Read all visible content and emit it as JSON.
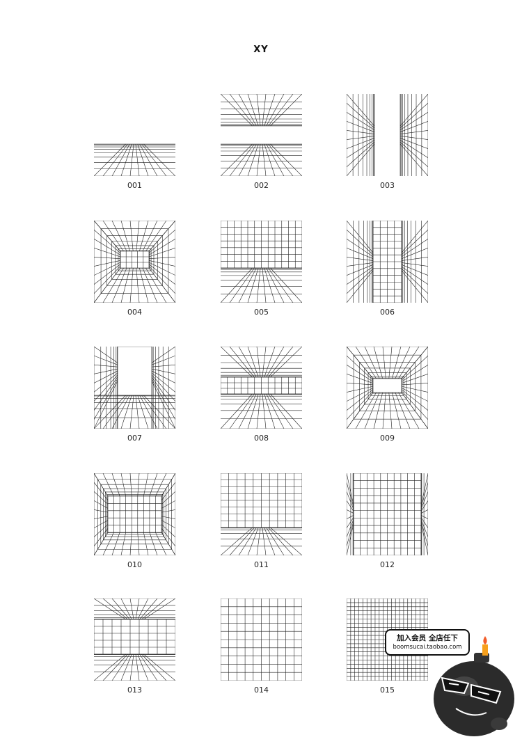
{
  "page": {
    "title": "XY"
  },
  "templates": [
    {
      "label": "001",
      "kind": "floor-low"
    },
    {
      "label": "002",
      "kind": "ceiling-floor-split"
    },
    {
      "label": "003",
      "kind": "walls-split"
    },
    {
      "label": "004",
      "kind": "room-deep"
    },
    {
      "label": "005",
      "kind": "grid-floor"
    },
    {
      "label": "006",
      "kind": "corridor-vertical"
    },
    {
      "label": "007",
      "kind": "walls-floor-open-top"
    },
    {
      "label": "008",
      "kind": "ceiling-grid-floor"
    },
    {
      "label": "009",
      "kind": "room-open-back"
    },
    {
      "label": "010",
      "kind": "room-medium"
    },
    {
      "label": "011",
      "kind": "grid-floor-shallow"
    },
    {
      "label": "012",
      "kind": "grid-side-walls"
    },
    {
      "label": "013",
      "kind": "ceiling-grid-wall"
    },
    {
      "label": "014",
      "kind": "grid-flat"
    },
    {
      "label": "015",
      "kind": "grid-flat-fine"
    }
  ],
  "promo": {
    "line1": "加入会员 全店任下",
    "line2": "boomsucai.taobao.com"
  },
  "mascot": {
    "icon": "bomb-mascot-icon"
  }
}
